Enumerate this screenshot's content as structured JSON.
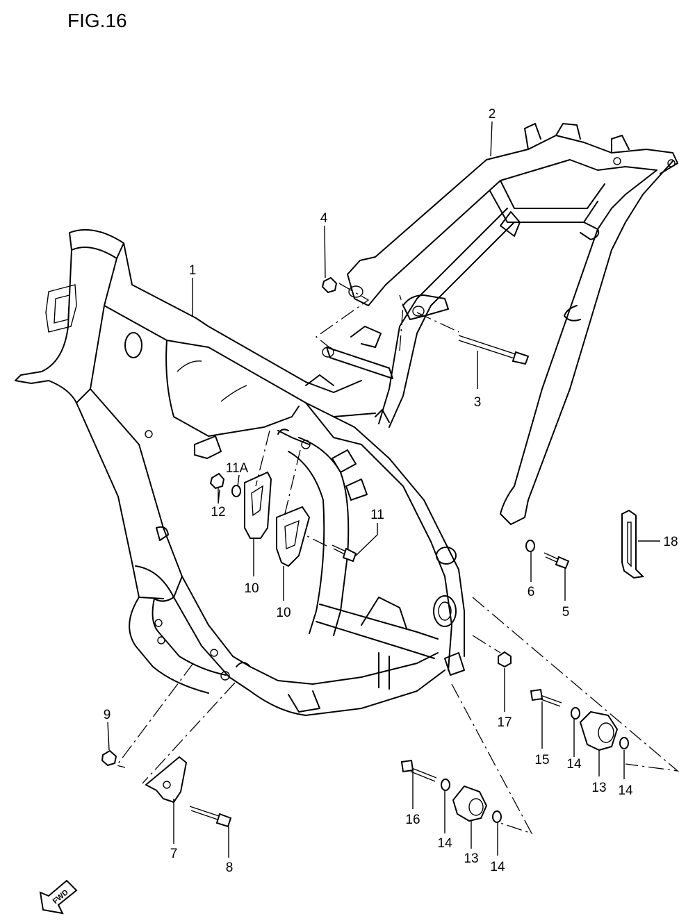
{
  "figure": {
    "title": "FIG.16"
  },
  "fwd_badge": {
    "label": "FWD"
  },
  "callouts": [
    {
      "id": "c1",
      "label": "1"
    },
    {
      "id": "c2",
      "label": "2"
    },
    {
      "id": "c3",
      "label": "3"
    },
    {
      "id": "c4",
      "label": "4"
    },
    {
      "id": "c5",
      "label": "5"
    },
    {
      "id": "c6",
      "label": "6"
    },
    {
      "id": "c7",
      "label": "7"
    },
    {
      "id": "c8",
      "label": "8"
    },
    {
      "id": "c9",
      "label": "9"
    },
    {
      "id": "c10a",
      "label": "10"
    },
    {
      "id": "c10b",
      "label": "10"
    },
    {
      "id": "c11",
      "label": "11"
    },
    {
      "id": "c11a",
      "label": "11A"
    },
    {
      "id": "c12",
      "label": "12"
    },
    {
      "id": "c13a",
      "label": "13"
    },
    {
      "id": "c13b",
      "label": "13"
    },
    {
      "id": "c14a",
      "label": "14"
    },
    {
      "id": "c14b",
      "label": "14"
    },
    {
      "id": "c14c",
      "label": "14"
    },
    {
      "id": "c14d",
      "label": "14"
    },
    {
      "id": "c15",
      "label": "15"
    },
    {
      "id": "c16",
      "label": "16"
    },
    {
      "id": "c17",
      "label": "17"
    },
    {
      "id": "c18",
      "label": "18"
    }
  ]
}
